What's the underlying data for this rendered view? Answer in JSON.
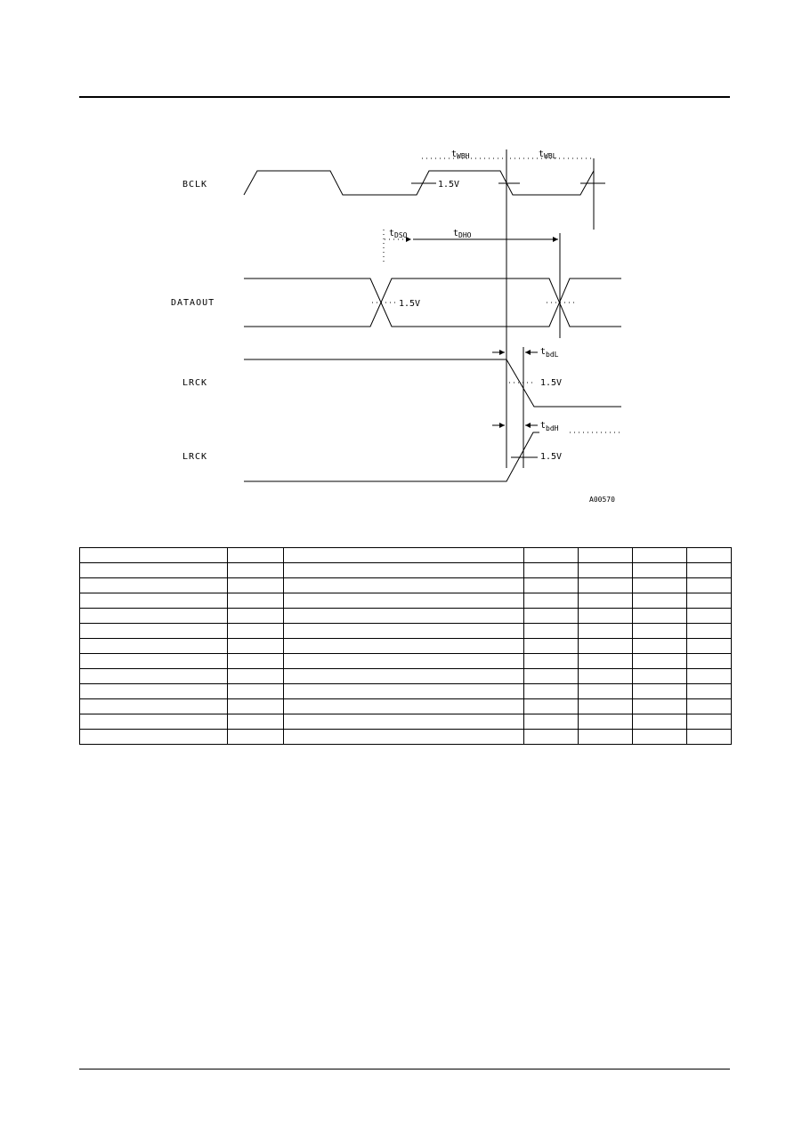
{
  "diagram": {
    "signals": {
      "bclk": "BCLK",
      "dataout": "DATAOUT",
      "lrck1": "LRCK",
      "lrck2": "LRCK"
    },
    "thresholds": {
      "bclk_low": "1.5V",
      "dataout": "1.5V",
      "lrck1": "1.5V",
      "lrck2": "1.5V"
    },
    "params": {
      "twbh": {
        "t": "t",
        "sub": "WBH"
      },
      "twbl": {
        "t": "t",
        "sub": "WBL"
      },
      "tdso": {
        "t": "t",
        "sub": "DSO"
      },
      "tdho": {
        "t": "t",
        "sub": "DHO"
      },
      "tbdl": {
        "t": "t",
        "sub": "bdL"
      },
      "tbdh": {
        "t": "t",
        "sub": "bdH"
      }
    },
    "figure_id": "A00570"
  },
  "table": {
    "columns": 7,
    "rows": [
      [
        "",
        "",
        "",
        "",
        "",
        "",
        ""
      ],
      [
        "",
        "",
        "",
        "",
        "",
        "",
        ""
      ],
      [
        "",
        "",
        "",
        "",
        "",
        "",
        ""
      ],
      [
        "",
        "",
        "",
        "",
        "",
        "",
        ""
      ],
      [
        "",
        "",
        "",
        "",
        "",
        "",
        ""
      ],
      [
        "",
        "",
        "",
        "",
        "",
        "",
        ""
      ],
      [
        "",
        "",
        "",
        "",
        "",
        "",
        ""
      ],
      [
        "",
        "",
        "",
        "",
        "",
        "",
        ""
      ],
      [
        "",
        "",
        "",
        "",
        "",
        "",
        ""
      ],
      [
        "",
        "",
        "",
        "",
        "",
        "",
        ""
      ],
      [
        "",
        "",
        "",
        "",
        "",
        "",
        ""
      ],
      [
        "",
        "",
        "",
        "",
        "",
        "",
        ""
      ],
      [
        "",
        "",
        "",
        "",
        "",
        "",
        ""
      ]
    ]
  }
}
